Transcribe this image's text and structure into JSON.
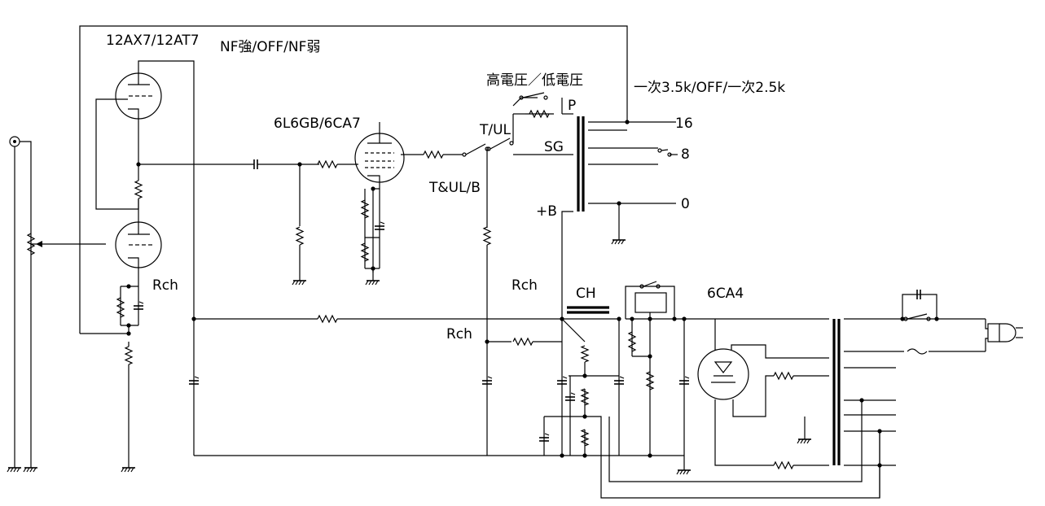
{
  "labels": {
    "tube_input": "12AX7/12AT7",
    "nf_switch": "NF強/OFF/NF弱",
    "tube_output": "6L6GB/6CA7",
    "voltage_switch": "高電圧／低電圧",
    "impedance_switch": "一次3.5k/OFF/一次2.5k",
    "tap_plate": "P",
    "tap_16": "16",
    "tap_8": "8",
    "tap_0": "0",
    "sg": "SG",
    "t_ul": "T/UL",
    "t_ul_b": "T&UL/B",
    "plus_b": "+B",
    "rch_1": "Rch",
    "rch_2": "Rch",
    "rch_3": "Rch",
    "choke": "CH",
    "rectifier": "6CA4"
  },
  "colors": {
    "ink": "#000000",
    "paper": "#ffffff"
  }
}
